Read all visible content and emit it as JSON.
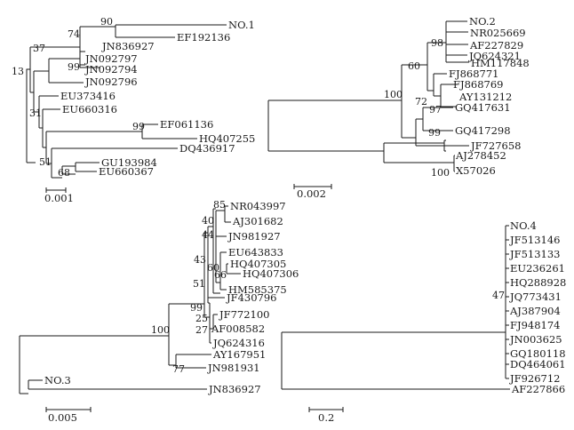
{
  "panels": [
    {
      "id": "A",
      "taxa": [
        "NO.1",
        "EF192136",
        "JN836927",
        "JN092797",
        "JN092794",
        "JN092796",
        "EU373416",
        "EU660316",
        "EF061136",
        "HQ407255",
        "DQ436917",
        "GU193984",
        "EU660367"
      ],
      "bootstraps": [
        "90",
        "74",
        "37",
        "99",
        "13",
        "31",
        "99",
        "51",
        "68"
      ],
      "scale_label": "0.001"
    },
    {
      "id": "B",
      "taxa": [
        "NO.2",
        "NR025669",
        "AF227829",
        "JQ624321",
        "HM117848",
        "FJ868771",
        "FJ868769",
        "AY131212",
        "GQ417631",
        "GQ417298",
        "JF727658",
        "AJ278452",
        "X57026"
      ],
      "bootstraps": [
        "98",
        "60",
        "72",
        "97",
        "100",
        "99",
        "100"
      ],
      "scale_label": "0.002"
    },
    {
      "id": "C",
      "taxa": [
        "NR043997",
        "AJ301682",
        "JN981927",
        "EU643833",
        "HQ407305",
        "HQ407306",
        "HM585375",
        "JF430796",
        "JF772100",
        "AF008582",
        "JQ624316",
        "AY167951",
        "JN981931",
        "NO.3",
        "JN836927"
      ],
      "bootstraps": [
        "85",
        "40",
        "44",
        "43",
        "60",
        "66",
        "51",
        "99",
        "25",
        "27",
        "100",
        "77"
      ],
      "scale_label": "0.005"
    },
    {
      "id": "D",
      "taxa": [
        "NO.4",
        "JF513146",
        "JF513133",
        "EU236261",
        "HQ288928",
        "JQ773431",
        "AJ387904",
        "FJ948174",
        "JN003625",
        "GQ180118",
        "DQ464061",
        "JF926712",
        "AF227866"
      ],
      "bootstraps": [
        "47"
      ],
      "scale_label": "0.2"
    }
  ]
}
